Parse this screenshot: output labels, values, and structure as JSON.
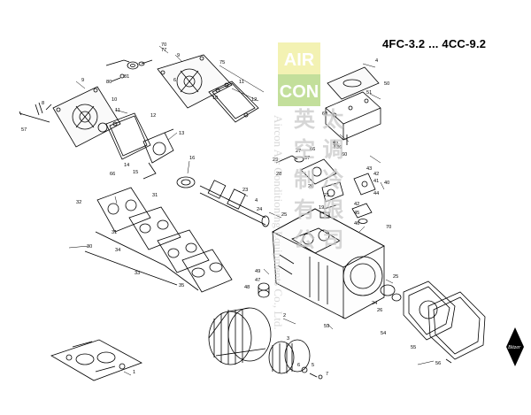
{
  "title": "4FC-3.2 ... 4CC-9.2",
  "watermark": {
    "brand_top": "AIR",
    "brand_bottom": "CON",
    "chinese": "英 太 空 调 制 冷 有 限 公 司",
    "english": "Aircon Air Conditioning Equipments Co., Ltd."
  },
  "brand_logo": "Bitzer",
  "colors": {
    "logo_green": "#b9d98a",
    "logo_yellow": "#f1f0a6",
    "ink": "#000000"
  },
  "part_labels": [
    {
      "id": "70",
      "text": "70"
    },
    {
      "id": "77",
      "text": "77"
    },
    {
      "id": "9",
      "text": "9"
    },
    {
      "id": "75",
      "text": "75"
    },
    {
      "id": "80",
      "text": "80"
    },
    {
      "id": "81",
      "text": "81"
    },
    {
      "id": "6a",
      "text": "6"
    },
    {
      "id": "10a",
      "text": "10"
    },
    {
      "id": "11a",
      "text": "11"
    },
    {
      "id": "12a",
      "text": "12"
    },
    {
      "id": "8",
      "text": "8"
    },
    {
      "id": "9b",
      "text": "9"
    },
    {
      "id": "57a",
      "text": "57"
    },
    {
      "id": "10b",
      "text": "10"
    },
    {
      "id": "11b",
      "text": "11"
    },
    {
      "id": "12b",
      "text": "12"
    },
    {
      "id": "13",
      "text": "13"
    },
    {
      "id": "14",
      "text": "14"
    },
    {
      "id": "15",
      "text": "15"
    },
    {
      "id": "16",
      "text": "16"
    },
    {
      "id": "66a",
      "text": "66"
    },
    {
      "id": "31",
      "text": "31"
    },
    {
      "id": "32",
      "text": "32"
    },
    {
      "id": "31b",
      "text": "31"
    },
    {
      "id": "30",
      "text": "30"
    },
    {
      "id": "34",
      "text": "34"
    },
    {
      "id": "33",
      "text": "33"
    },
    {
      "id": "35",
      "text": "35"
    },
    {
      "id": "23",
      "text": "23"
    },
    {
      "id": "4",
      "text": "4"
    },
    {
      "id": "24a",
      "text": "24"
    },
    {
      "id": "25a",
      "text": "25"
    },
    {
      "id": "29",
      "text": "29"
    },
    {
      "id": "27",
      "text": "27"
    },
    {
      "id": "57b",
      "text": "57"
    },
    {
      "id": "66b",
      "text": "66"
    },
    {
      "id": "36",
      "text": "36"
    },
    {
      "id": "60",
      "text": "60"
    },
    {
      "id": "28",
      "text": "28"
    },
    {
      "id": "20",
      "text": "20"
    },
    {
      "id": "21",
      "text": "21"
    },
    {
      "id": "19",
      "text": "19"
    },
    {
      "id": "43",
      "text": "43"
    },
    {
      "id": "42a",
      "text": "42"
    },
    {
      "id": "41",
      "text": "41"
    },
    {
      "id": "44",
      "text": "44"
    },
    {
      "id": "40",
      "text": "40"
    },
    {
      "id": "42b",
      "text": "42"
    },
    {
      "id": "45",
      "text": "45"
    },
    {
      "id": "46",
      "text": "46"
    },
    {
      "id": "70b",
      "text": "70"
    },
    {
      "id": "50",
      "text": "50"
    },
    {
      "id": "51",
      "text": "51"
    },
    {
      "id": "63",
      "text": "63"
    },
    {
      "id": "52",
      "text": "52"
    },
    {
      "id": "4b",
      "text": "4"
    },
    {
      "id": "49",
      "text": "49"
    },
    {
      "id": "47",
      "text": "47"
    },
    {
      "id": "48",
      "text": "48"
    },
    {
      "id": "2",
      "text": "2"
    },
    {
      "id": "59",
      "text": "59"
    },
    {
      "id": "3",
      "text": "3"
    },
    {
      "id": "6b",
      "text": "6"
    },
    {
      "id": "5",
      "text": "5"
    },
    {
      "id": "7",
      "text": "7"
    },
    {
      "id": "25b",
      "text": "25"
    },
    {
      "id": "24b",
      "text": "24"
    },
    {
      "id": "26",
      "text": "26"
    },
    {
      "id": "54",
      "text": "54"
    },
    {
      "id": "55",
      "text": "55"
    },
    {
      "id": "56",
      "text": "56"
    },
    {
      "id": "1",
      "text": "1"
    }
  ]
}
